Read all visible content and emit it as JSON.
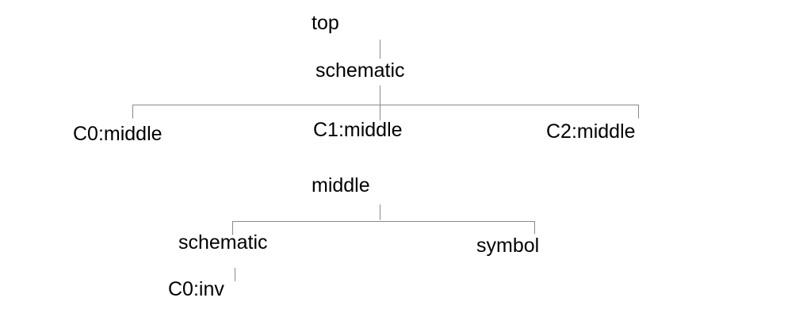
{
  "palette": {
    "background": "#ffffff",
    "text_color": "#000000",
    "line_color": "#898989"
  },
  "hierarchy": {
    "top_tree": {
      "cell": "top",
      "view": "schematic",
      "instances": [
        "C0:middle",
        "C1:middle",
        "C2:middle"
      ]
    },
    "middle_tree": {
      "cell": "middle",
      "views": [
        "schematic",
        "symbol"
      ],
      "instances": [
        "C0:inv"
      ]
    }
  }
}
